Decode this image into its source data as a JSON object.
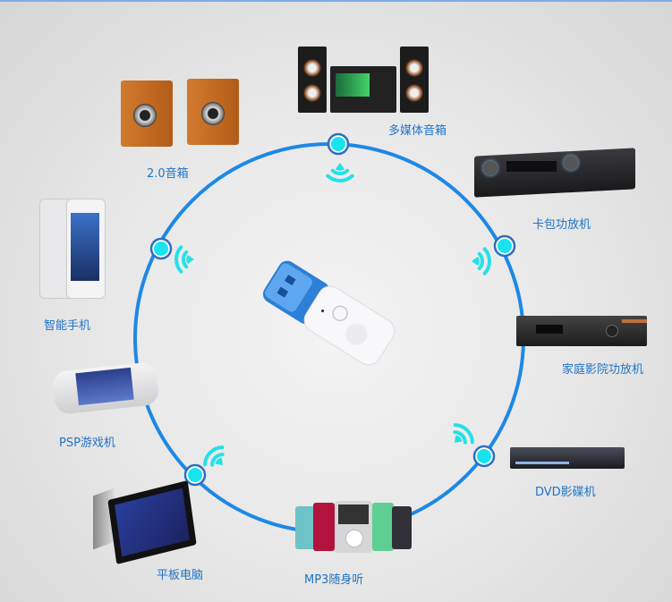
{
  "hub": {
    "name": "bluetooth-usb-receiver"
  },
  "colors": {
    "ring": "#1e88e5",
    "node": "#19e3ef",
    "node_ring": "#2b6fc2",
    "wave": "#26e0e8",
    "label": "#1f74c9"
  },
  "devices": [
    {
      "id": "speaker-2-0",
      "label": "2.0音箱"
    },
    {
      "id": "multimedia-speaker",
      "label": "多媒体音箱"
    },
    {
      "id": "karaoke-amplifier",
      "label": "卡包功放机"
    },
    {
      "id": "smartphone",
      "label": "智能手机"
    },
    {
      "id": "home-theater-amplifier",
      "label": "家庭影院功放机"
    },
    {
      "id": "psp-console",
      "label": "PSP游戏机"
    },
    {
      "id": "dvd-player",
      "label": "DVD影碟机"
    },
    {
      "id": "tablet-pc",
      "label": "平板电脑"
    },
    {
      "id": "mp3-player",
      "label": "MP3随身听"
    }
  ]
}
